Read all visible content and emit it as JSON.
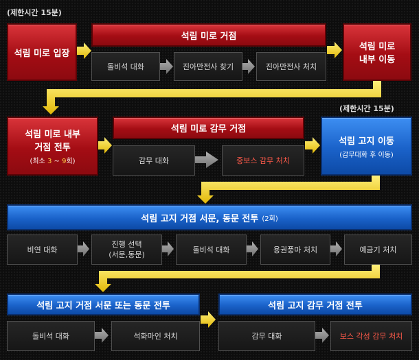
{
  "notes": {
    "time_limit_top": "(제한시간 15분)",
    "time_limit_right": "(제한시간 15분)"
  },
  "row1": {
    "entry": "석림 미로 입장",
    "stronghold_title": "석림 미로 거점",
    "steps": [
      "돌비석 대화",
      "진아만전사 찾기",
      "진아만전사 처치"
    ],
    "inner_move_line1": "석림 미로",
    "inner_move_line2": "내부 이동"
  },
  "row2": {
    "battle_line1": "석림 미로 내부",
    "battle_line2": "거점 전투",
    "battle_sub_prefix": "(최소 ",
    "battle_sub_min": "3",
    "battle_sub_tilde": " ~ ",
    "battle_sub_max": "9",
    "battle_sub_suffix": "회)",
    "prison_title": "석림 미로 감무 거점",
    "step_talk": "감무 대화",
    "step_boss": "중보스 감무 처치",
    "move_title": "석림 고지 이동",
    "move_sub": "(감무대화 후 이동)"
  },
  "row3": {
    "title": "석림 고지 거점 서문, 동문 전투",
    "count": "(2회)",
    "steps": [
      "비연 대화",
      "진행 선택",
      "돌비석 대화",
      "용권풍마 처치",
      "예금기 처치"
    ],
    "choice_sub": "(서문,동문)"
  },
  "row4": {
    "left_title": "석림 고지 거점 서문 또는 동문 전투",
    "left_steps": [
      "돌비석 대화",
      "석화마인 처치"
    ],
    "right_title": "석림 고지 감무 거점 전투",
    "right_step_talk": "감무 대화",
    "right_step_boss": "보스 각성 감무 처치"
  },
  "colors": {
    "red": "#b3141b",
    "blue": "#1f6fd6",
    "arrow_yellow": "#f2d21b",
    "arrow_gray": "#8a8a8a",
    "highlight": "#ff5a4a"
  }
}
